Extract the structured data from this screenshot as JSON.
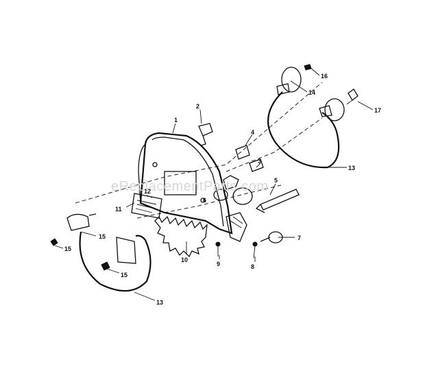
{
  "watermark": "eReplacementParts.com",
  "callouts": [
    "1",
    "2",
    "3",
    "4",
    "5",
    "6",
    "7",
    "8",
    "9",
    "10",
    "11",
    "12",
    "13",
    "14",
    "15",
    "16",
    "17"
  ],
  "colors": {
    "ink": "#111111",
    "watermark": "#d8d8d8",
    "background": "#ffffff"
  }
}
